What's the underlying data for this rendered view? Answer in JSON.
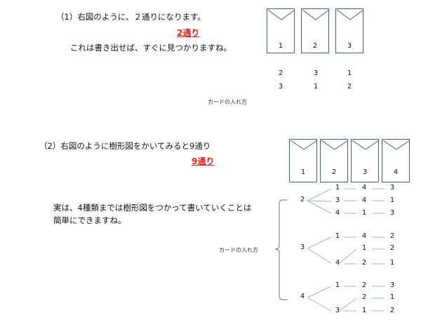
{
  "section1": {
    "heading": "（1）右図のように、２通りになります。",
    "answer": "2通り",
    "comment": "これは書き出せば、すぐに見つかりますね。",
    "cards": [
      "1",
      "2",
      "3"
    ],
    "rows": [
      [
        "2",
        "3",
        "1"
      ],
      [
        "3",
        "1",
        "2"
      ]
    ],
    "caption": "カードの入れ方"
  },
  "section2": {
    "heading": "（2）右図のように樹形図をかいてみると9通り",
    "answer": "9通り",
    "comment_line1": "実は、4種類までは樹形図をつかって書いていくことは",
    "comment_line2": "簡単にできますね。",
    "cards": [
      "1",
      "2",
      "3",
      "4"
    ],
    "caption": "カードの入れ方",
    "tree": [
      {
        "first": "2",
        "branches": [
          [
            "1",
            "4",
            "3"
          ],
          [
            "3",
            "4",
            "1"
          ],
          [
            "4",
            "1",
            "3"
          ]
        ]
      },
      {
        "first": "3",
        "branches": [
          [
            "1",
            "4",
            "2"
          ],
          [
            "4",
            "1",
            "2"
          ],
          [
            "4",
            "2",
            "1"
          ]
        ]
      },
      {
        "first": "4",
        "branches": [
          [
            "1",
            "2",
            "3"
          ],
          [
            "3",
            "2",
            "1"
          ],
          [
            "3",
            "1",
            "2"
          ]
        ]
      }
    ]
  }
}
